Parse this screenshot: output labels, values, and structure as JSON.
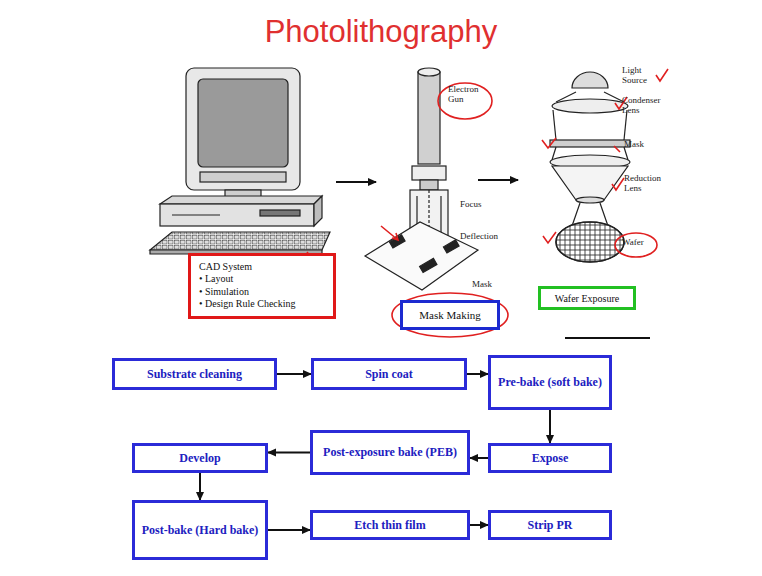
{
  "diagram": {
    "title": "Photolithography",
    "nodes": [
      {
        "text": [
          "CAD System",
          "• Layout",
          "• Simulation",
          "• Design Rule Checking"
        ]
      },
      {
        "text": [
          "Mask Making"
        ]
      },
      {
        "text": [
          "Wafer Exposure"
        ]
      },
      {
        "text": [
          "Substrate cleaning"
        ]
      },
      {
        "text": [
          "Spin coat"
        ]
      },
      {
        "text": [
          "Pre-bake (soft bake)"
        ]
      },
      {
        "text": [
          "Develop"
        ]
      },
      {
        "text": [
          "Post-exposure bake (PEB)"
        ]
      },
      {
        "text": [
          "Expose"
        ]
      },
      {
        "text": [
          "Post-bake (Hard bake)"
        ]
      },
      {
        "text": [
          "Etch thin film"
        ]
      },
      {
        "text": [
          "Strip PR"
        ]
      }
    ],
    "edges": [
      {
        "from": 3,
        "to": 4,
        "arrow": "to"
      },
      {
        "from": 4,
        "to": 5,
        "arrow": "to"
      },
      {
        "from": 5,
        "to": 8,
        "arrow": "to"
      },
      {
        "from": 8,
        "to": 7,
        "arrow": "to"
      },
      {
        "from": 7,
        "to": 6,
        "arrow": "to"
      },
      {
        "from": 6,
        "to": 9,
        "arrow": "to"
      },
      {
        "from": 9,
        "to": 10,
        "arrow": "to"
      },
      {
        "from": 10,
        "to": 11,
        "arrow": "to"
      }
    ],
    "labels": [
      "Electron Gun",
      "Focus",
      "Deflection",
      "Mask",
      "Light Source",
      "Condenser Lens",
      "Mask",
      "Reduction Lens",
      "Wafer"
    ]
  }
}
